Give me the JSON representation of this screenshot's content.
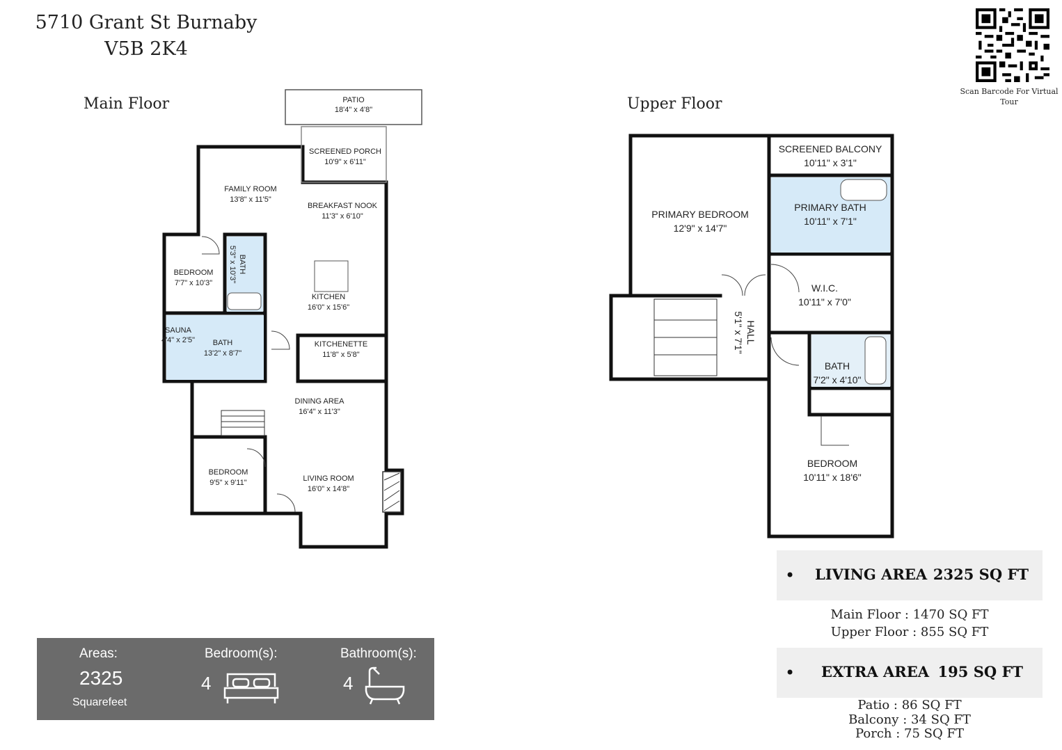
{
  "address": {
    "line1": "5710 Grant St Burnaby",
    "line2": "V5B 2K4"
  },
  "qr": {
    "caption_line1": "Scan Barcode For Virtual",
    "caption_line2": "Tour"
  },
  "main_floor": {
    "title": "Main Floor",
    "rooms": [
      {
        "name": "PATIO",
        "size": "18'4\" x 4'8\""
      },
      {
        "name": "SCREENED PORCH",
        "size": "10'9\" x 6'11\""
      },
      {
        "name": "FAMILY ROOM",
        "size": "13'8\" x 11'5\""
      },
      {
        "name": "BREAKFAST NOOK",
        "size": "11'3\" x 6'10\""
      },
      {
        "name": "BATH",
        "size": "5'3\" x 10'3\""
      },
      {
        "name": "BEDROOM",
        "size": "7'7\" x 10'3\""
      },
      {
        "name": "KITCHEN",
        "size": "16'0\" x 15'6\""
      },
      {
        "name": "SAUNA",
        "size": "4'4\" x 2'5\""
      },
      {
        "name": "BATH",
        "size": "13'2\" x 8'7\""
      },
      {
        "name": "KITCHENETTE",
        "size": "11'8\" x 5'8\""
      },
      {
        "name": "DINING AREA",
        "size": "16'4\" x 11'3\""
      },
      {
        "name": "BEDROOM",
        "size": "9'5\" x 9'11\""
      },
      {
        "name": "LIVING ROOM",
        "size": "16'0\" x 14'8\""
      }
    ]
  },
  "upper_floor": {
    "title": "Upper Floor",
    "rooms": [
      {
        "name": "SCREENED BALCONY",
        "size": "10'11\" x 3'1\""
      },
      {
        "name": "PRIMARY BEDROOM",
        "size": "12'9\" x 14'7\""
      },
      {
        "name": "PRIMARY BATH",
        "size": "10'11\" x 7'1\""
      },
      {
        "name": "W.I.C.",
        "size": "10'11\" x 7'0\""
      },
      {
        "name": "HALL",
        "size": "5'1\" x 7'1\""
      },
      {
        "name": "BATH",
        "size": "7'2\" x 4'10\""
      },
      {
        "name": "BEDROOM",
        "size": "10'11\" x 18'6\""
      }
    ]
  },
  "stats": {
    "areas_label": "Areas:",
    "areas_value": "2325",
    "areas_unit": "Squarefeet",
    "bedrooms_label": "Bedroom(s):",
    "bedrooms_value": "4",
    "bathrooms_label": "Bathroom(s):",
    "bathrooms_value": "4",
    "bed_icon": "bed-icon",
    "bath_icon": "bathtub-icon"
  },
  "living_area": {
    "label": "LIVING AREA",
    "amount": "2325 SQ FT",
    "main_floor": "Main Floor : 1470  SQ FT",
    "upper_floor": "Upper Floor : 855 SQ FT"
  },
  "extra_area": {
    "label": "EXTRA AREA",
    "amount": "195 SQ FT",
    "patio": "Patio :  86 SQ FT",
    "balcony": "Balcony :  34 SQ FT",
    "porch": "Porch :  75 SQ FT"
  },
  "colors": {
    "wall": "#111111",
    "bath_fill": "#d6eaf8",
    "stats_bg": "#6b6b6b",
    "area_box_bg": "#efefef"
  }
}
